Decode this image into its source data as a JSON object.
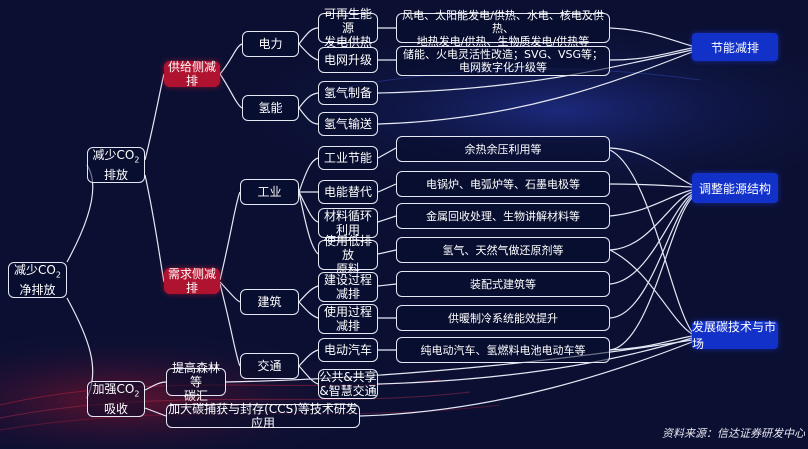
{
  "root": {
    "line1": "减少CO",
    "sub": "2",
    "line2": "净排放"
  },
  "branch_reduce": {
    "line1": "减少CO",
    "sub": "2",
    "line2": "排放"
  },
  "branch_absorb": {
    "line1": "加强CO",
    "sub": "2",
    "line2": "吸收"
  },
  "supply_side": "供给侧减排",
  "demand_side": "需求侧减排",
  "electricity": "电力",
  "hydrogen": "氢能",
  "industry": "工业",
  "building": "建筑",
  "transport": "交通",
  "renewable": "可再生能源\n发电供热",
  "grid_upgrade": "电网升级",
  "h2_production": "氢气制备",
  "h2_transport": "氢气输送",
  "ind_efficiency": "工业节能",
  "power_substitution": "电能替代",
  "material_recycling": "材料循环\n利用",
  "low_emission_materials": "使用低排放\n原料",
  "construction_process": "建设过程\n减排",
  "use_process": "使用过程\n减排",
  "electric_vehicles": "电动汽车",
  "public_sharing": "公共&共享\n&智慧交通",
  "forest_sink": "提高森林等\n碳汇",
  "ccs": "加大碳捕获与封存(CCS)等技术研发应用",
  "desc_renewable": "风电、太阳能发电/供热、水电、核电及供热、\n地热发电/供热、生物质发电/供热等",
  "desc_grid": "储能、火电灵活性改造；SVG、VSG等；\n电网数字化升级等",
  "desc_waste_heat": "余热余压利用等",
  "desc_power_sub": "电锅炉、电弧炉等、石墨电极等",
  "desc_recycling": "金属回收处理、生物讲解材料等",
  "desc_low_emission": "氢气、天然气做还原剂等",
  "desc_prefab": "装配式建筑等",
  "desc_hvac": "供暖制冷系统能效提升",
  "desc_ev": "纯电动汽车、氢燃料电池电动车等",
  "cat_energy_saving": "节能减排",
  "cat_energy_structure": "调整能源结构",
  "cat_carbon_market": "发展碳技术与市场",
  "source": "资料来源：信达证券研发中心",
  "colors": {
    "background": "#0b1033",
    "accent_red": "#b01330",
    "accent_blue": "#1231c9",
    "line": "#e6e9f5"
  }
}
